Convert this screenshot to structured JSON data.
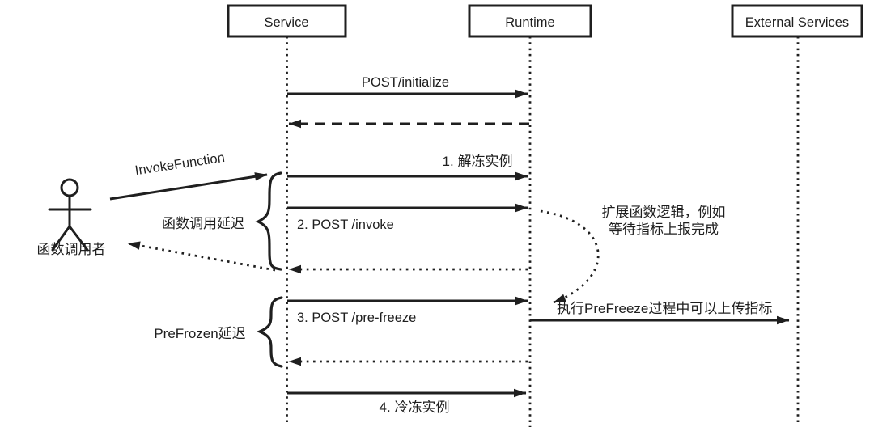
{
  "diagram": {
    "participants": [
      {
        "label": "Service"
      },
      {
        "label": "Runtime"
      },
      {
        "label": "External Services"
      }
    ],
    "actor": {
      "label": "函数调用者"
    },
    "messages": {
      "initialize": {
        "label": "POST/initialize"
      },
      "invoke_function": {
        "label": "InvokeFunction"
      },
      "thaw_instance": {
        "label": "1. 解冻实例"
      },
      "post_invoke": {
        "label": "2. POST /invoke"
      },
      "post_pre_freeze": {
        "label": "3. POST /pre-freeze"
      },
      "upload_metrics": {
        "label": "执行PreFreeze过程中可以上传指标"
      },
      "freeze_instance": {
        "label": "4. 冷冻实例"
      }
    },
    "annotations": {
      "invoke_delay": {
        "label": "函数调用延迟"
      },
      "prefrozen_delay": {
        "label": "PreFrozen延迟"
      },
      "extend_logic": {
        "line1": "扩展函数逻辑，例如",
        "line2": "等待指标上报完成"
      }
    },
    "colors": {
      "ink": "#1f1f1f",
      "background": "#ffffff"
    }
  }
}
